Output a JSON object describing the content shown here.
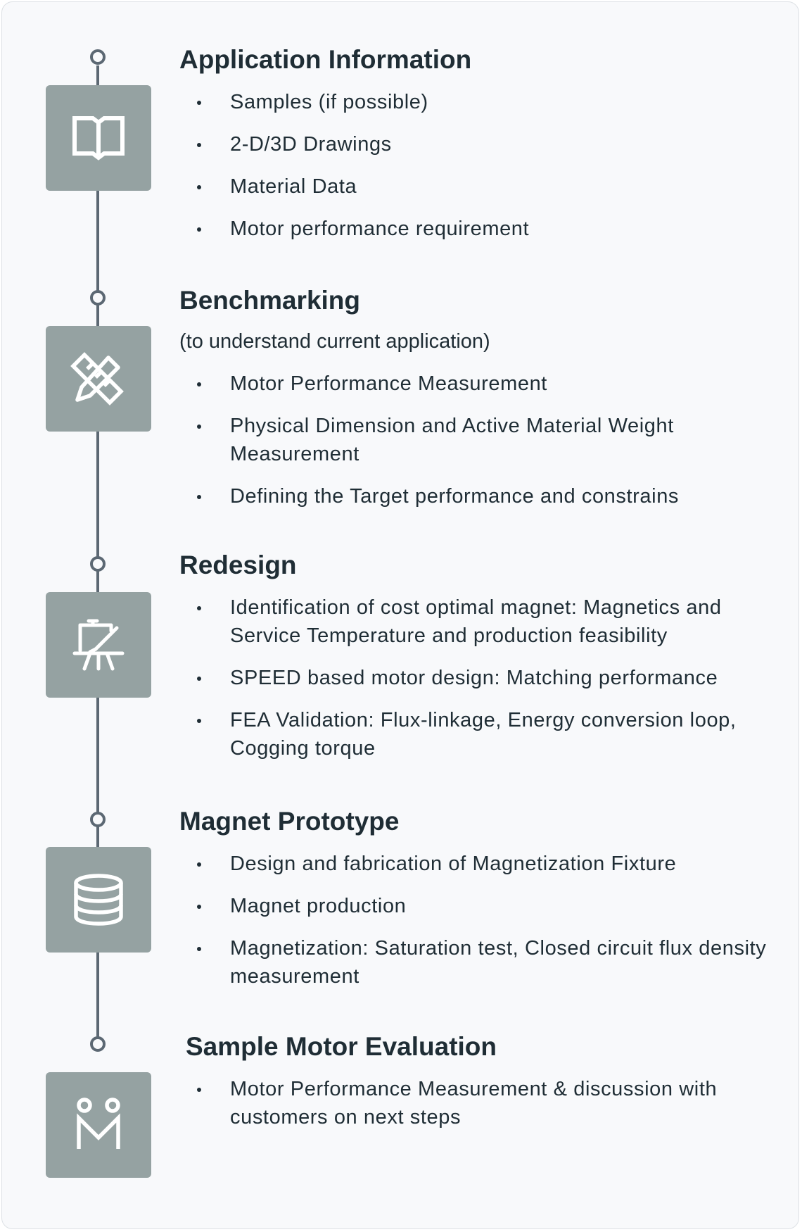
{
  "steps": [
    {
      "title": "Application Information",
      "subtitle": "",
      "icon": "book-icon",
      "items": [
        "Samples (if possible)",
        "2-D/3D Drawings",
        "Material Data",
        "Motor performance requirement"
      ]
    },
    {
      "title": "Benchmarking",
      "subtitle": "(to understand current application)",
      "icon": "ruler-pencil-icon",
      "items": [
        "Motor Performance Measurement",
        "Physical Dimension and Active Material Weight Measurement",
        "Defining the Target performance and constrains"
      ]
    },
    {
      "title": "Redesign",
      "subtitle": "",
      "icon": "easel-icon",
      "items": [
        "Identification of cost optimal magnet: Magnetics and Service Temperature and production feasibility",
        "SPEED based motor design: Matching performance",
        "FEA Validation: Flux-linkage, Energy conversion loop, Cogging torque"
      ]
    },
    {
      "title": "Magnet Prototype",
      "subtitle": "",
      "icon": "database-icon",
      "items": [
        "Design and fabrication of Magnetization Fixture",
        "Magnet production",
        "Magnetization: Saturation test, Closed circuit flux density measurement"
      ]
    },
    {
      "title": "Sample Motor Evaluation",
      "subtitle": "",
      "icon": "people-icon",
      "items": [
        "Motor Performance Measurement & discussion with customers on next steps"
      ]
    }
  ]
}
